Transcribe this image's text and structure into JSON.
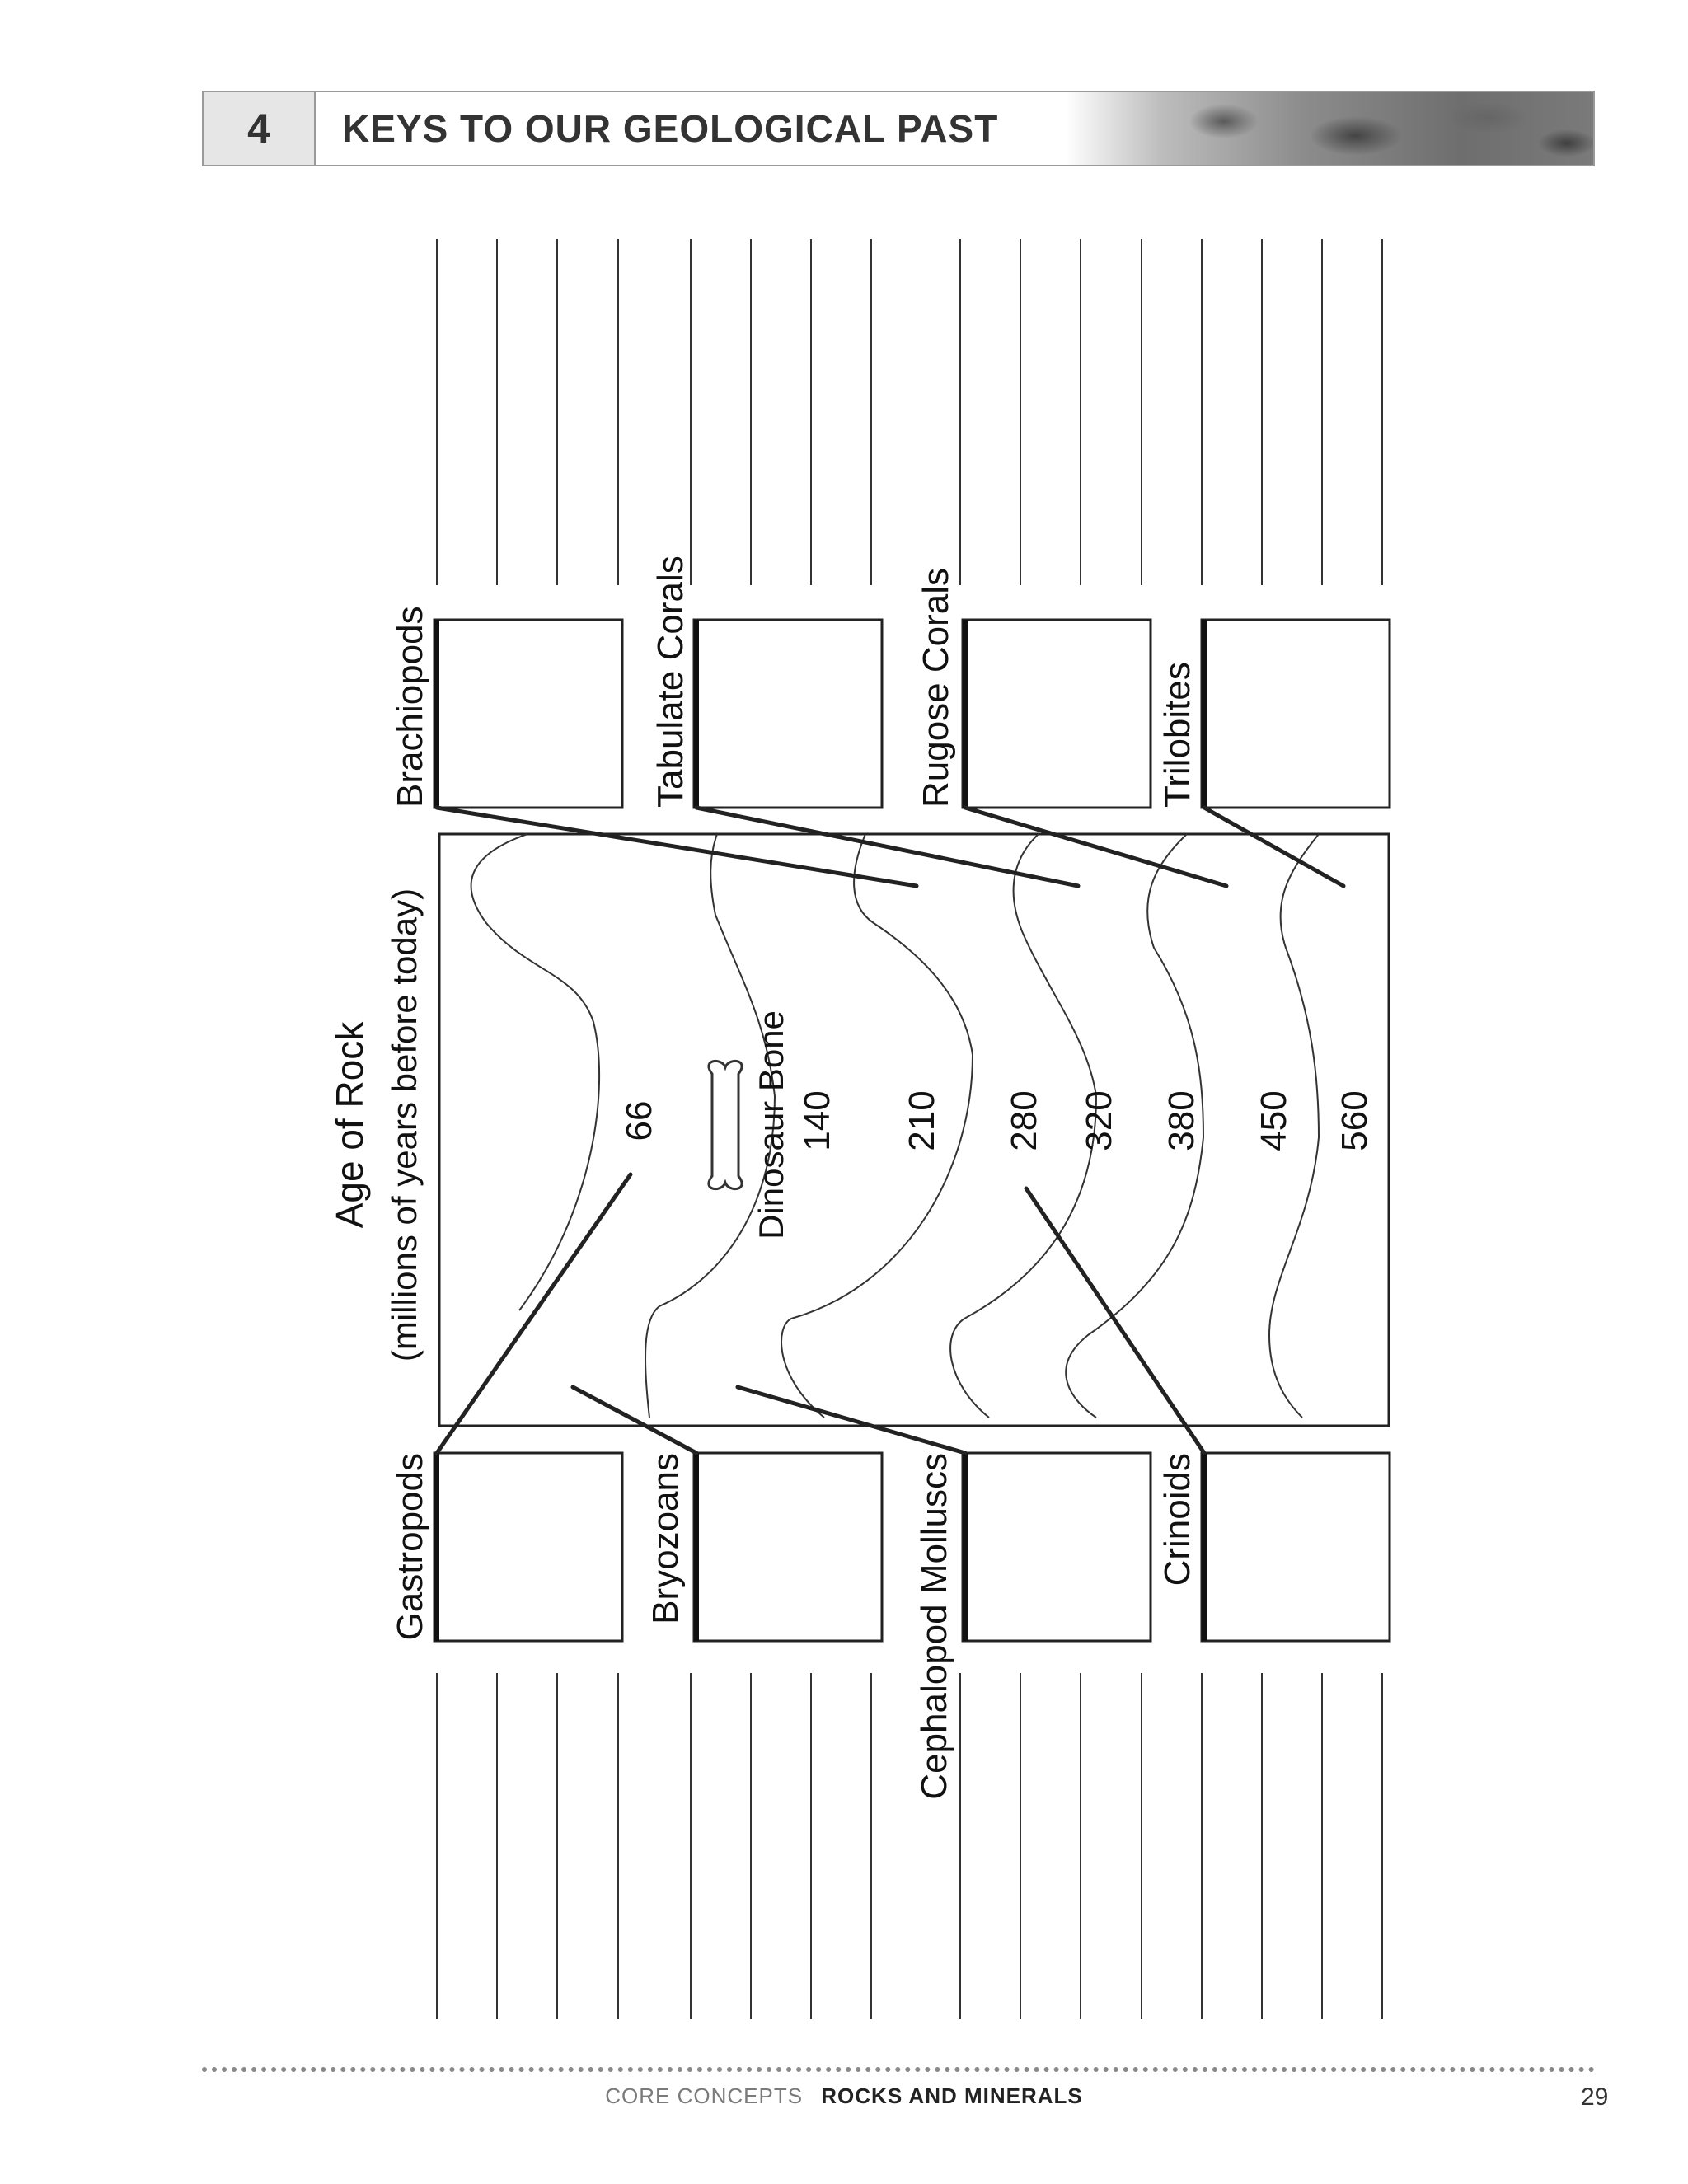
{
  "header": {
    "chapter_number": "4",
    "chapter_title": "KEYS TO OUR GEOLOGICAL PAST"
  },
  "diagram": {
    "axis_title": "Age of Rock",
    "axis_subtitle": "(millions of years before today)",
    "fossil_label": "Dinosaur Bone",
    "layer_ages": [
      "66",
      "140",
      "210",
      "280",
      "320",
      "380",
      "450",
      "560"
    ],
    "top_fossils": [
      "Brachiopods",
      "Tabulate Corals",
      "Rugose Corals",
      "Trilobites"
    ],
    "bottom_fossils": [
      "Gastropods",
      "Bryozoans",
      "Cephalopod Molluscs",
      "Crinoids"
    ],
    "line_color": "#222222"
  },
  "footer": {
    "course": "CORE CONCEPTS",
    "unit": "ROCKS AND MINERALS",
    "page_number": "29"
  }
}
